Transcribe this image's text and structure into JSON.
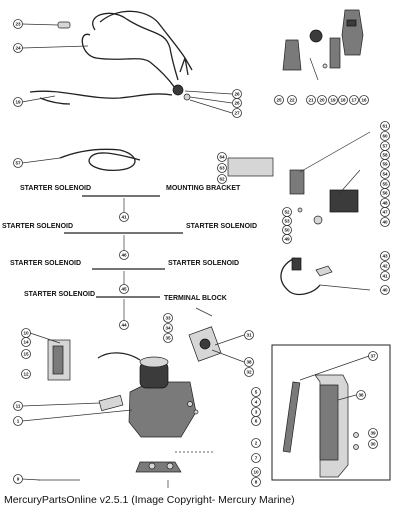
{
  "caption": "MercuryPartsOnline v2.5.1 (Image Copyright- Mercury Marine)",
  "cable_labels": {
    "c41_left": "STARTER SOLENOID",
    "c41_right": "MOUNTING BRACKET",
    "c46_left": "STARTER SOLENOID",
    "c46_right": "STARTER SOLENOID",
    "c46b_left": "STARTER SOLENOID",
    "c46b_right": "STARTER SOLENOID",
    "c44_left": "STARTER SOLENOID",
    "c44_right": "TERMINAL BLOCK"
  },
  "callouts": {
    "n23": "23",
    "n24": "24",
    "n19": "19",
    "n26": "26",
    "n26b": "26",
    "n27": "27",
    "n25": "25",
    "n22": "22",
    "n21": "21",
    "n20": "20",
    "n19b": "19",
    "n18": "18",
    "n17": "17",
    "n16": "16",
    "n61": "61",
    "n60": "60",
    "n57": "57",
    "n58": "58",
    "n59": "59",
    "n54": "54",
    "n52": "52",
    "n53": "53",
    "n55": "55",
    "n50": "50",
    "n49": "49",
    "n47": "47",
    "n40": "40",
    "n56": "56",
    "n48": "48",
    "n64": "64",
    "n63": "63",
    "n62": "62",
    "n57b": "57",
    "n41": "41",
    "n46": "46",
    "n45": "45",
    "n44": "44",
    "n43": "43",
    "n42": "42",
    "n41b": "41",
    "n40b": "40",
    "n10": "10",
    "n14": "14",
    "n15": "15",
    "n12": "12",
    "n11": "11",
    "n1": "1",
    "n33": "33",
    "n34": "34",
    "n35": "35",
    "n31": "31",
    "n38": "38",
    "n32": "32",
    "n5": "5",
    "n4": "4",
    "n3": "3",
    "n6": "6",
    "n2": "2",
    "n7": "7",
    "n10b": "10",
    "n8": "8",
    "n9": "9",
    "n37": "37",
    "n36": "36",
    "n39": "39",
    "n30": "30"
  }
}
